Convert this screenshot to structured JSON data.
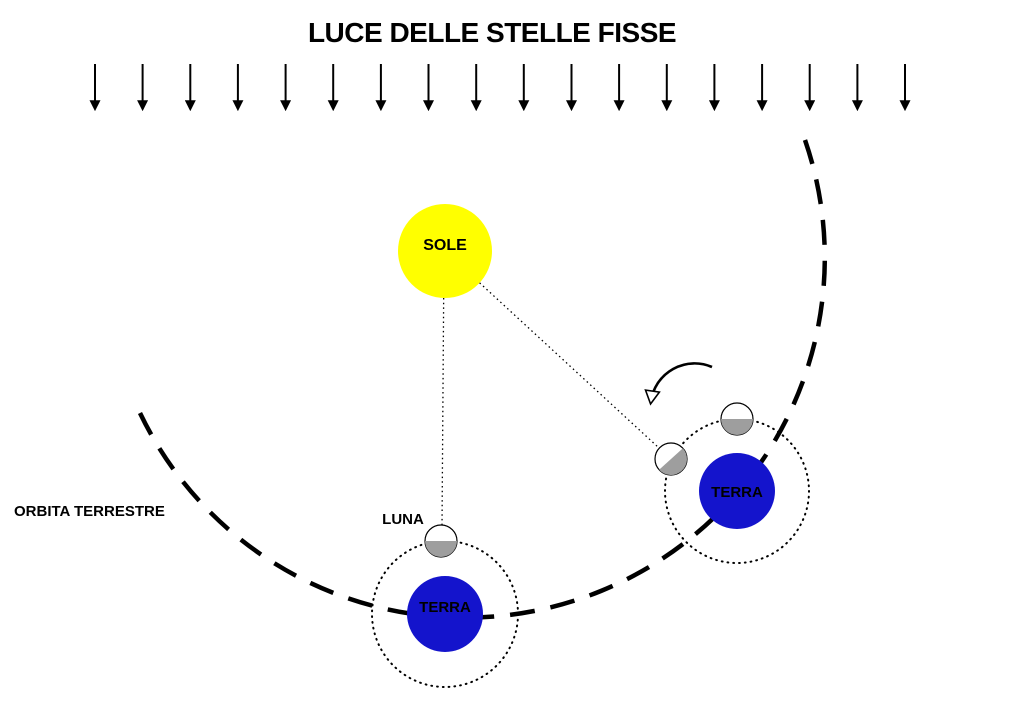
{
  "diagram": {
    "title": "LUCE DELLE STELLE FISSE",
    "starlight": {
      "arrow_count": 18
    },
    "sun": {
      "label": "SOLE",
      "color": "#FFFF00"
    },
    "earth_color": "#1414CC",
    "moon_shade_color": "#9E9E9E",
    "ink_color": "#000000",
    "background_color": "#FFFFFF",
    "orbit_label": "ORBITA TERRESTRE",
    "moon_label": "LUNA",
    "earth_bottom": {
      "label": "TERRA"
    },
    "earth_right": {
      "label": "TERRA"
    }
  }
}
